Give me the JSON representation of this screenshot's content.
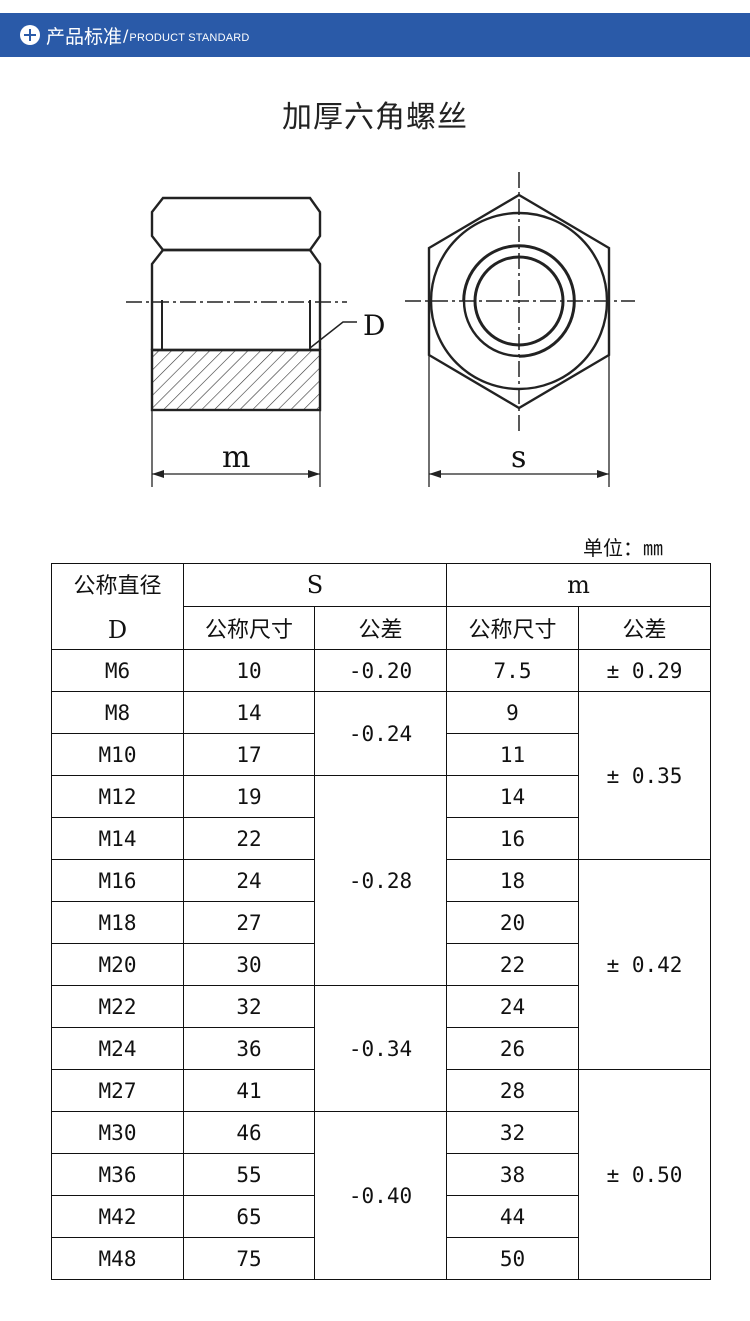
{
  "header": {
    "title_cn": "产品标准",
    "separator": "/",
    "title_en": "PRODUCT STANDARD"
  },
  "title": "加厚六角螺丝",
  "drawing": {
    "label_d": "D",
    "label_m": "m",
    "label_s": "s"
  },
  "unit_label": "单位：㎜",
  "table": {
    "header_d_cn": "公称直径",
    "header_d_sym": "D",
    "header_s": "S",
    "header_m": "m",
    "sub_nominal_s": "公称尺寸",
    "sub_tol_s": "公差",
    "sub_nominal_m": "公称尺寸",
    "sub_tol_m": "公差",
    "rows": [
      {
        "d": "M6",
        "s": "10",
        "m": "7.5"
      },
      {
        "d": "M8",
        "s": "14",
        "m": "9"
      },
      {
        "d": "M10",
        "s": "17",
        "m": "11"
      },
      {
        "d": "M12",
        "s": "19",
        "m": "14"
      },
      {
        "d": "M14",
        "s": "22",
        "m": "16"
      },
      {
        "d": "M16",
        "s": "24",
        "m": "18"
      },
      {
        "d": "M18",
        "s": "27",
        "m": "20"
      },
      {
        "d": "M20",
        "s": "30",
        "m": "22"
      },
      {
        "d": "M22",
        "s": "32",
        "m": "24"
      },
      {
        "d": "M24",
        "s": "36",
        "m": "26"
      },
      {
        "d": "M27",
        "s": "41",
        "m": "28"
      },
      {
        "d": "M30",
        "s": "46",
        "m": "32"
      },
      {
        "d": "M36",
        "s": "55",
        "m": "38"
      },
      {
        "d": "M42",
        "s": "65",
        "m": "44"
      },
      {
        "d": "M48",
        "s": "75",
        "m": "50"
      }
    ],
    "s_tolerances": [
      "-0.20",
      "-0.24",
      "-0.28",
      "-0.34",
      "-0.40"
    ],
    "m_tolerances": [
      "± 0.29",
      "± 0.35",
      "± 0.42",
      "± 0.50"
    ]
  }
}
